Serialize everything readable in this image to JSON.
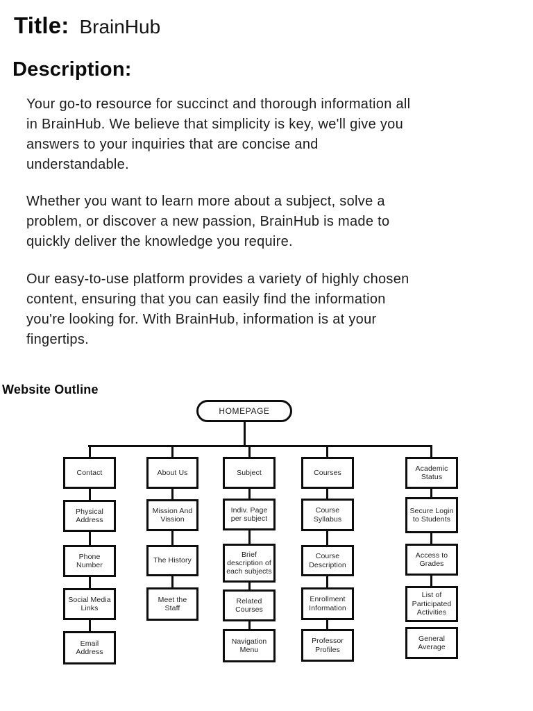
{
  "header": {
    "title_label": "Title:",
    "title_value": "BrainHub",
    "description_label": "Description:"
  },
  "paragraphs": {
    "p1": "Your go-to resource for succinct and thorough information all\nin BrainHub. We believe that simplicity is key, we'll give you\nanswers to your inquiries that are concise and\nunderstandable.",
    "p2": "Whether you want to learn more about a subject, solve a\nproblem, or discover a new passion, BrainHub is made to\nquickly deliver the knowledge you require.",
    "p3": "Our easy-to-use platform provides a variety of highly chosen\ncontent, ensuring that you can easily find the information\nyou're looking for. With BrainHub, information is at your\nfingertips."
  },
  "outline": {
    "heading": "Website Outline",
    "root": "HOMEPAGE",
    "columns": [
      {
        "label": "Contact",
        "children": [
          "Physical Address",
          "Phone Number",
          "Social Media Links",
          "Email Address"
        ]
      },
      {
        "label": "About Us",
        "children": [
          "Mission And Vission",
          "The History",
          "Meet the Staff"
        ]
      },
      {
        "label": "Subject",
        "children": [
          "Indiv. Page per subject",
          "Brief description of each subjects",
          "Related Courses",
          "Navigation Menu"
        ]
      },
      {
        "label": "Courses",
        "children": [
          "Course Syllabus",
          "Course Description",
          "Enrollment Information",
          "Professor Profiles"
        ]
      },
      {
        "label": "Academic Status",
        "children": [
          "Secure Login to Students",
          "Access to Grades",
          "List of Participated Activities",
          "General Average"
        ]
      }
    ]
  }
}
